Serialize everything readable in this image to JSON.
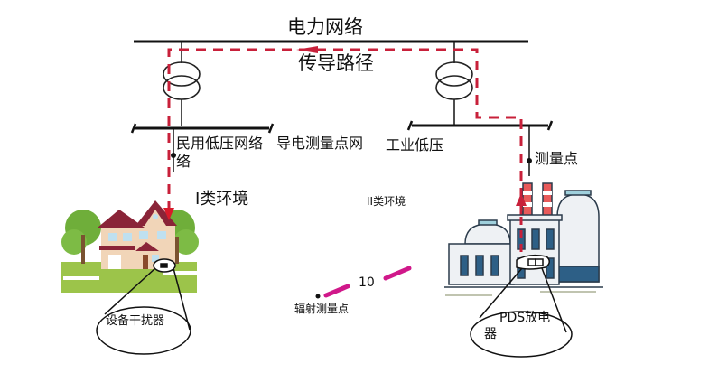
{
  "diagram": {
    "title": "电力网络",
    "conduction_path_label": "传导路径",
    "civil_lv_network_label_line1": "民用低压网络",
    "civil_lv_network_label_line2": "络",
    "conductive_measurement_label": "导电测量点网",
    "industrial_lv_label": "工业低压",
    "measurement_point_label": "测量点",
    "environment_class_1": "I类环境",
    "environment_class_2": "II类环境",
    "radiation_measurement_label": "辐射测量点",
    "radiation_distance": "10",
    "device_interferer_label": "设备干扰器",
    "pds_discharger_line1": "PDS放电",
    "pds_discharger_line2": "器",
    "colors": {
      "conduction_path": "#c8203a",
      "radiation_path": "#d0188a",
      "line": "#111111",
      "house_roof": "#8a2438",
      "house_wall": "#f1d5b8",
      "grass": "#9cc44a",
      "factory_window": "#2d5f86",
      "factory_body": "#eef1f4",
      "chimney": "#e85a5a"
    }
  }
}
